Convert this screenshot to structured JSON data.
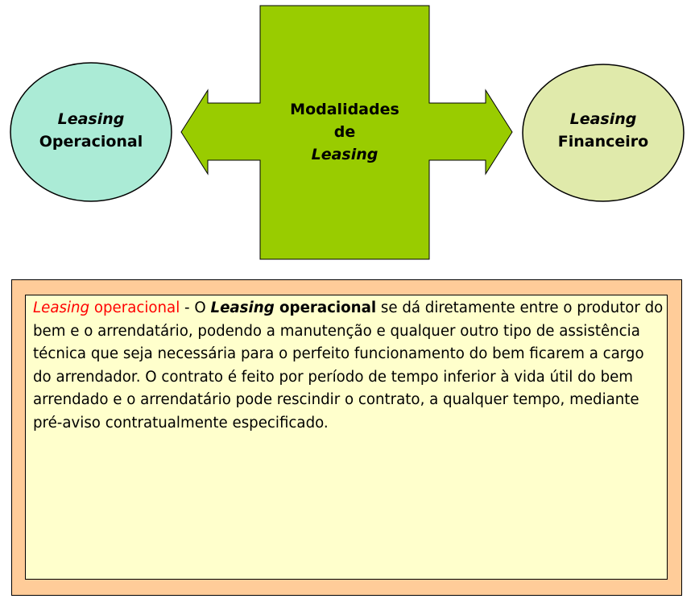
{
  "diagram": {
    "left_node": {
      "line1": "Leasing",
      "line2": "Operacional",
      "color": "#ABEBD6"
    },
    "center_node": {
      "line1": "Modalidades",
      "line2": "de",
      "line3": "Leasing",
      "color": "#99CC00"
    },
    "right_node": {
      "line1": "Leasing",
      "line2": "Financeiro",
      "color": "#E0EAAB"
    }
  },
  "description": {
    "term_italic": "Leasing",
    "term_rest": " operacional",
    "dash": " - O ",
    "bold_italic": "Leasing",
    "bold": " operacional",
    "body": " se dá diretamente entre o produtor do bem e o arrendatário, podendo a manutenção e qualquer outro tipo de assistência técnica que seja necessária para o perfeito funcionamento do bem ficarem a cargo do arrendador. O contrato é feito por período de tempo inferior à vida útil do bem arrendado e o arrendatário pode rescindir o contrato, a qualquer tempo, mediante pré-aviso contratualmente especificado.",
    "outer_color": "#FFCC99",
    "inner_color": "#FFFFCC",
    "term_color": "#FF0000"
  }
}
